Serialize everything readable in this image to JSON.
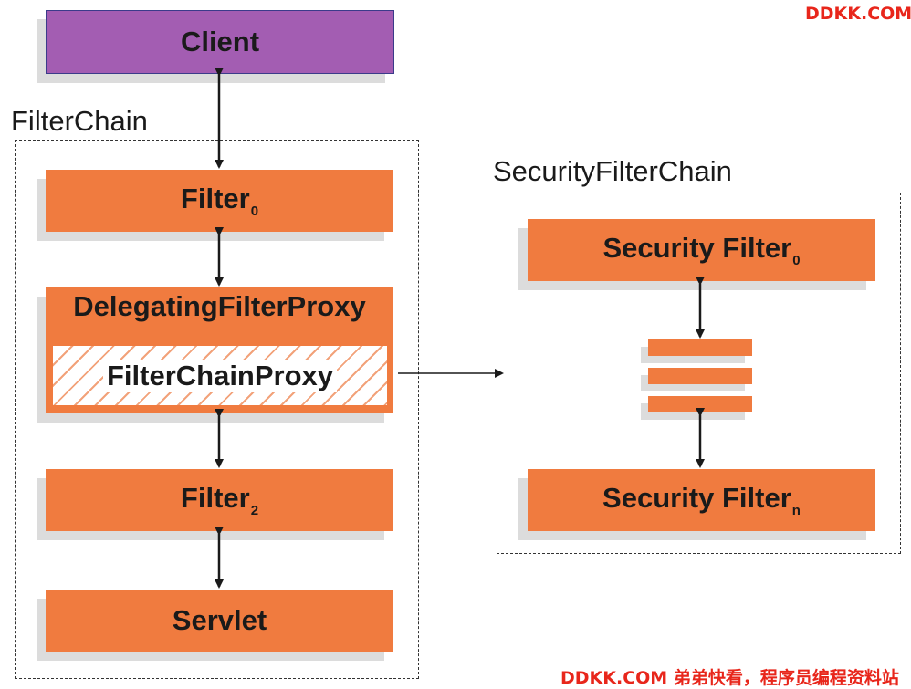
{
  "client": {
    "label": "Client"
  },
  "filter_chain": {
    "label": "FilterChain",
    "filter0": {
      "label": "Filter",
      "sub": "0"
    },
    "delegating": {
      "label": "DelegatingFilterProxy"
    },
    "filter_chain_proxy": {
      "label": "FilterChainProxy"
    },
    "filter2": {
      "label": "Filter",
      "sub": "2"
    },
    "servlet": {
      "label": "Servlet"
    }
  },
  "security_filter_chain": {
    "label": "SecurityFilterChain",
    "sec_filter0": {
      "label": "Security Filter",
      "sub": "0"
    },
    "sec_filtern": {
      "label": "Security Filter",
      "sub": "n"
    }
  },
  "watermark": {
    "top": "DDKK.COM",
    "bottom": "DDKK.COM 弟弟快看，程序员编程资料站"
  },
  "colors": {
    "filter": "#f07b3f",
    "client": "#a35db2",
    "watermark": "#e8261b"
  }
}
